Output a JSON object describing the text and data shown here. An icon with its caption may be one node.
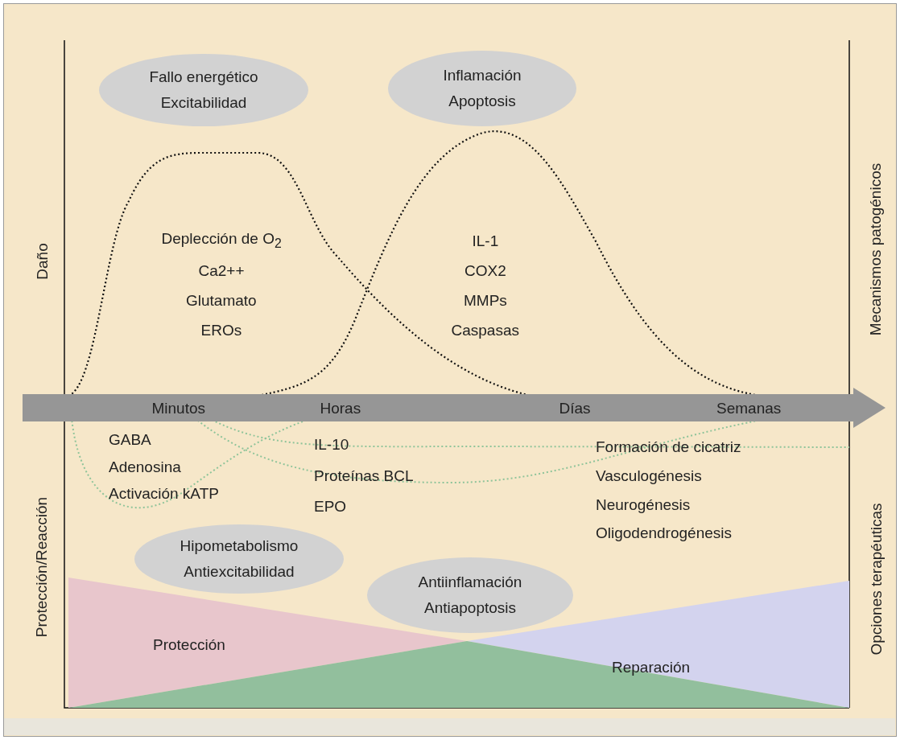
{
  "diagram": {
    "nodes": [
      {
        "text": [
          "Fallo energético",
          "Excitabilidad"
        ]
      },
      {
        "text": [
          "Inflamación",
          "Apoptosis"
        ]
      },
      {
        "text": [
          "Hipometabolismo",
          "Antiexcitabilidad"
        ]
      },
      {
        "text": [
          "Antiinflamación",
          "Antiapoptosis"
        ]
      },
      {
        "text": [
          "Protección"
        ]
      },
      {
        "text": [
          "Reparación"
        ]
      }
    ],
    "labels": [
      "Daño",
      "Mecanismos patogénicos",
      "Deplección de O$_{2}$",
      "Ca2++",
      "Glutamato",
      "EROs",
      "IL-1",
      "COX2",
      "MMPs",
      "Caspasas",
      "Minutos",
      "Horas",
      "Días",
      "Semanas",
      "GABA",
      "Adenosina",
      "Activación kATP",
      "IL-10",
      "Proteínas BCL",
      "EPO",
      "Formación de cicatriz",
      "Vasculogénesis",
      "Neurogénesis",
      "Oligodendrogénesis",
      "Protección/Reacción",
      "Opciones terapéuticas"
    ]
  }
}
